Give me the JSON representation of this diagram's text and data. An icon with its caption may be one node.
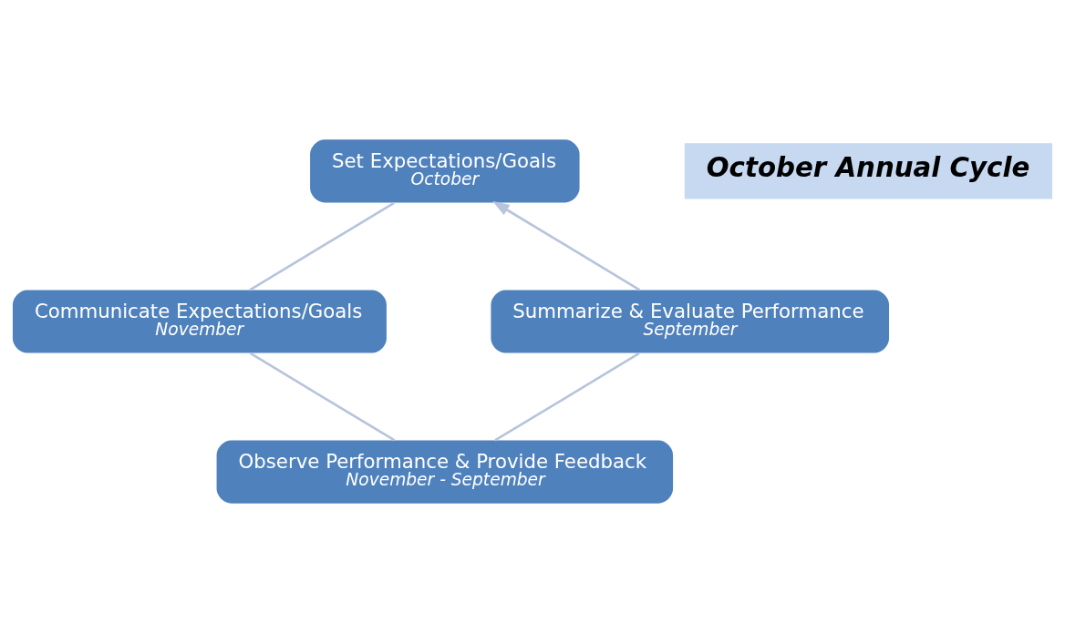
{
  "diagram": {
    "nodes": [
      {
        "text": [
          "Set Expectations/Goals",
          "October"
        ]
      },
      {
        "text": [
          "Communicate Expectations/Goals",
          "November"
        ]
      },
      {
        "text": [
          "Observe Performance & Provide Feedback",
          "November - September"
        ]
      },
      {
        "text": [
          "Summarize & Evaluate Performance",
          "September"
        ]
      },
      {
        "text": [
          "October Annual Cycle"
        ]
      }
    ],
    "edges": [
      {
        "from": 0,
        "to": 1,
        "arrow": "none"
      },
      {
        "from": 1,
        "to": 2,
        "arrow": "none"
      },
      {
        "from": 2,
        "to": 3,
        "arrow": "none"
      },
      {
        "from": 3,
        "to": 0,
        "arrow": "to"
      }
    ]
  }
}
